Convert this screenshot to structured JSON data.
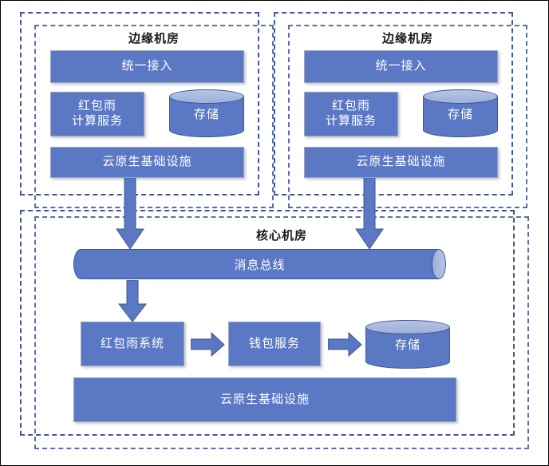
{
  "diagram": {
    "title_semantic": "red-packet-rain-edge-core-architecture",
    "colors": {
      "box_fill": "#5b78c4",
      "box_border": "#9aa4bd",
      "cylinder_top": "#b6c4e4",
      "cylinder_border": "#41558f",
      "zone_dashed_outer": "#44578f",
      "zone_dashed_inner": "#5b6fa8",
      "arrow_fill": "#5b78c4",
      "arrow_border": "#41558f",
      "label_text": "#ffffff",
      "zone_title_text": "#1a1a1a",
      "page_background": "#ffffff"
    },
    "zones": [
      {
        "id": "edge-left",
        "title": "边缘机房",
        "components": [
          {
            "id": "edge-left-access",
            "label": "统一接入",
            "shape": "rect"
          },
          {
            "id": "edge-left-compute",
            "label": "红包雨\n计算服务",
            "shape": "rect"
          },
          {
            "id": "edge-left-storage",
            "label": "存储",
            "shape": "cylinder"
          },
          {
            "id": "edge-left-infra",
            "label": "云原生基础设施",
            "shape": "rect"
          }
        ]
      },
      {
        "id": "edge-right",
        "title": "边缘机房",
        "components": [
          {
            "id": "edge-right-access",
            "label": "统一接入",
            "shape": "rect"
          },
          {
            "id": "edge-right-compute",
            "label": "红包雨\n计算服务",
            "shape": "rect"
          },
          {
            "id": "edge-right-storage",
            "label": "存储",
            "shape": "cylinder"
          },
          {
            "id": "edge-right-infra",
            "label": "云原生基础设施",
            "shape": "rect"
          }
        ]
      },
      {
        "id": "core",
        "title": "核心机房",
        "components": [
          {
            "id": "core-bus",
            "label": "消息总线",
            "shape": "horizontal-cylinder"
          },
          {
            "id": "core-rps",
            "label": "红包雨系统",
            "shape": "rect"
          },
          {
            "id": "core-wallet",
            "label": "钱包服务",
            "shape": "rect"
          },
          {
            "id": "core-storage",
            "label": "存储",
            "shape": "cylinder"
          },
          {
            "id": "core-infra",
            "label": "云原生基础设施",
            "shape": "rect"
          }
        ]
      }
    ],
    "connectors": [
      {
        "id": "edge-left-to-bus",
        "direction": "down",
        "from": "edge-left-infra",
        "to": "core-bus"
      },
      {
        "id": "edge-right-to-bus",
        "direction": "down",
        "from": "edge-right-infra",
        "to": "core-bus"
      },
      {
        "id": "bus-to-rps",
        "direction": "down",
        "from": "core-bus",
        "to": "core-rps"
      },
      {
        "id": "rps-to-wallet",
        "direction": "right",
        "from": "core-rps",
        "to": "core-wallet"
      },
      {
        "id": "wallet-to-storage",
        "direction": "right",
        "from": "core-wallet",
        "to": "core-storage"
      }
    ]
  }
}
